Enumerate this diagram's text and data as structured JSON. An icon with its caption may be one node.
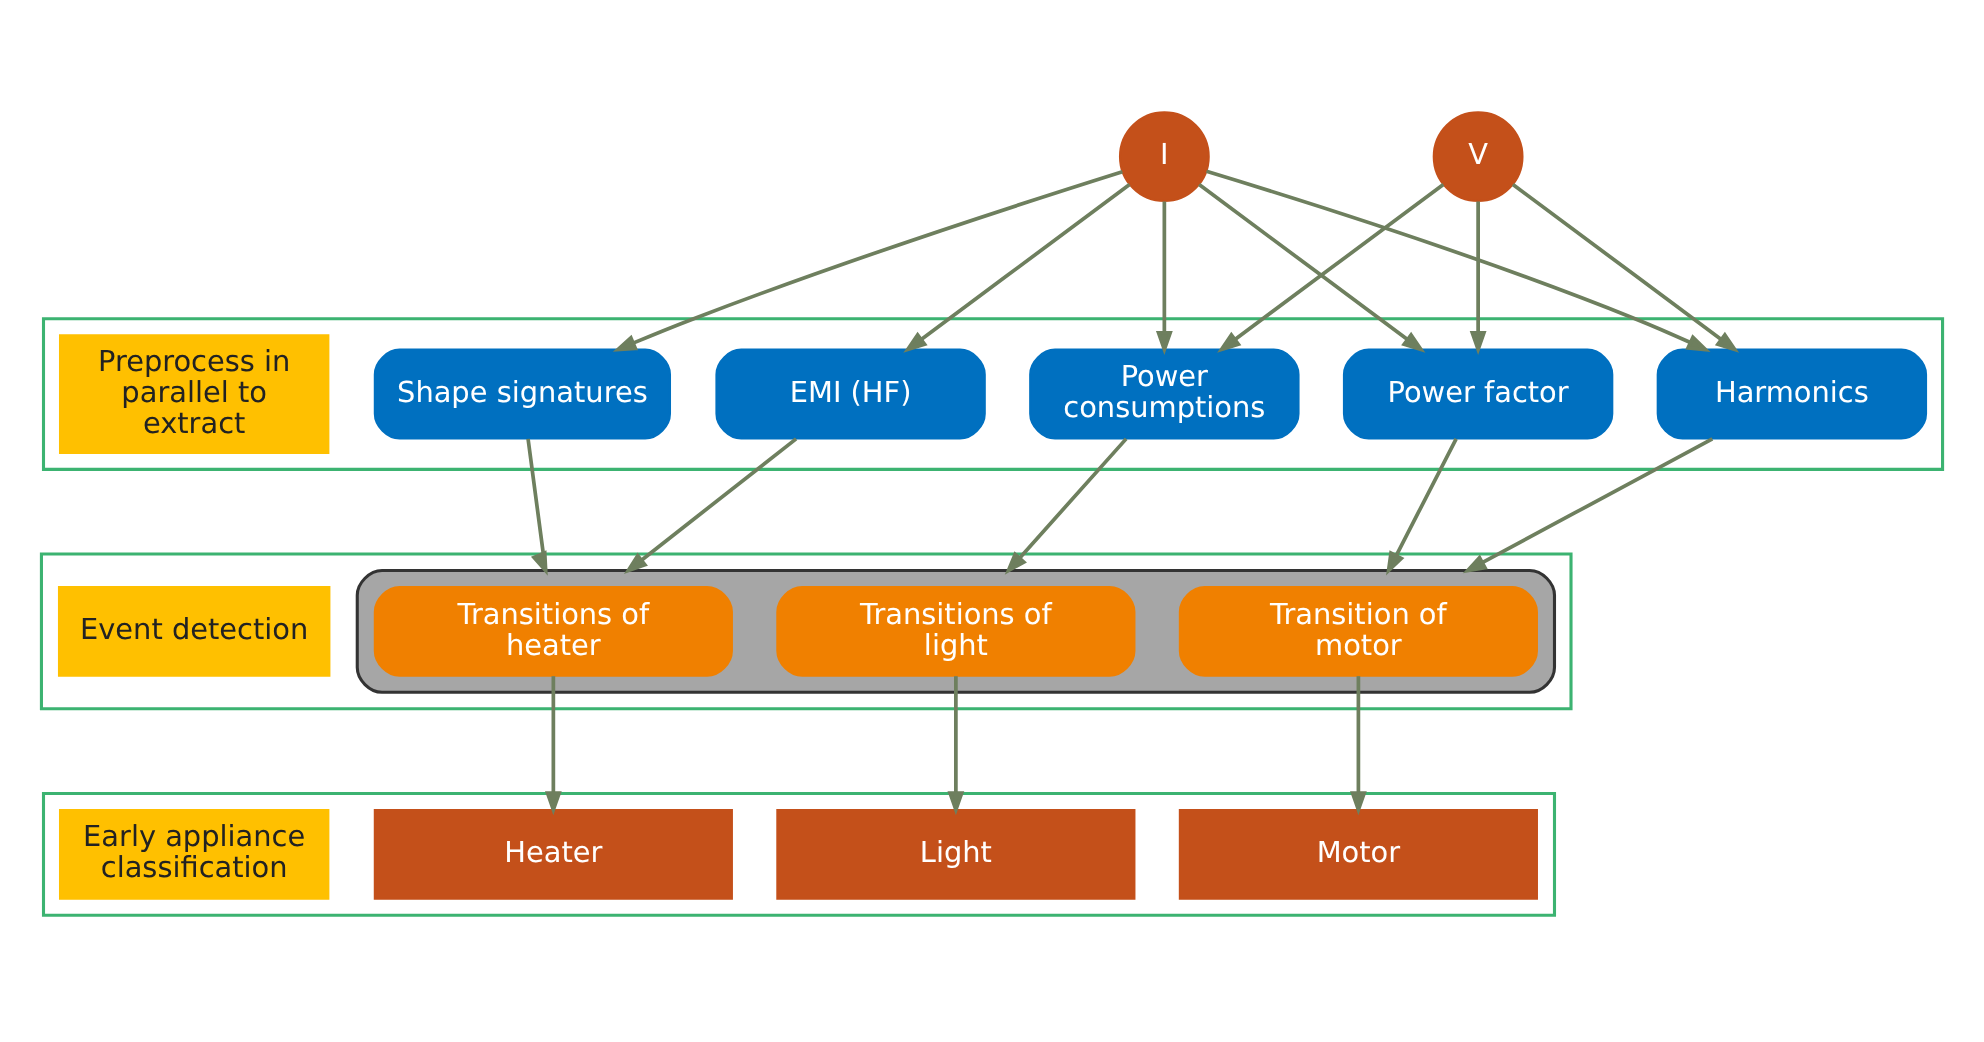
{
  "diagram": {
    "nodes": [
      {
        "text": [
          "I"
        ]
      },
      {
        "text": [
          "V"
        ]
      },
      {
        "text": [],
        "shape": "band"
      },
      {
        "text": [
          "Preprocess in parallel to extract"
        ],
        "in": 2
      },
      {
        "text": [
          "Shape signatures"
        ],
        "in": 2
      },
      {
        "text": [
          "EMI (HF)"
        ],
        "in": 2
      },
      {
        "text": [
          "Power consumptions"
        ],
        "in": 2
      },
      {
        "text": [
          "Power factor"
        ],
        "in": 2
      },
      {
        "text": [
          "Harmonics"
        ],
        "in": 2
      },
      {
        "text": [],
        "shape": "band"
      },
      {
        "text": [
          "Event detection"
        ],
        "in": 9
      },
      {
        "text": [],
        "shape": "box",
        "in": 9
      },
      {
        "text": [
          "Transitions of heater"
        ],
        "in": 11
      },
      {
        "text": [
          "Transitions of light"
        ],
        "in": 11
      },
      {
        "text": [
          "Transition of motor"
        ],
        "in": 11
      },
      {
        "text": [],
        "shape": "band"
      },
      {
        "text": [
          "Early appliance classification"
        ],
        "in": 15
      },
      {
        "text": [
          "Heater"
        ],
        "in": 15
      },
      {
        "text": [
          "Light"
        ],
        "in": 15
      },
      {
        "text": [
          "Motor"
        ],
        "in": 15
      }
    ],
    "edges": [
      {
        "from": 0,
        "to": 4,
        "arrow": "to"
      },
      {
        "from": 0,
        "to": 5,
        "arrow": "to"
      },
      {
        "from": 1,
        "to": 6,
        "arrow": "to"
      },
      {
        "from": 0,
        "to": 6,
        "arrow": "to"
      },
      {
        "from": 1,
        "to": 7,
        "arrow": "to"
      },
      {
        "from": 0,
        "to": 7,
        "arrow": "to"
      },
      {
        "from": 1,
        "to": 8,
        "arrow": "to"
      },
      {
        "from": 0,
        "to": 8,
        "arrow": "to"
      },
      {
        "from": 4,
        "to": 11,
        "arrow": "to"
      },
      {
        "from": 5,
        "to": 11,
        "arrow": "to"
      },
      {
        "from": 6,
        "to": 11,
        "arrow": "to"
      },
      {
        "from": 7,
        "to": 11,
        "arrow": "to"
      },
      {
        "from": 8,
        "to": 11,
        "arrow": "to"
      },
      {
        "from": 12,
        "to": 17,
        "arrow": "to"
      },
      {
        "from": 13,
        "to": 18,
        "arrow": "to"
      },
      {
        "from": 14,
        "to": 19,
        "arrow": "to"
      }
    ]
  }
}
